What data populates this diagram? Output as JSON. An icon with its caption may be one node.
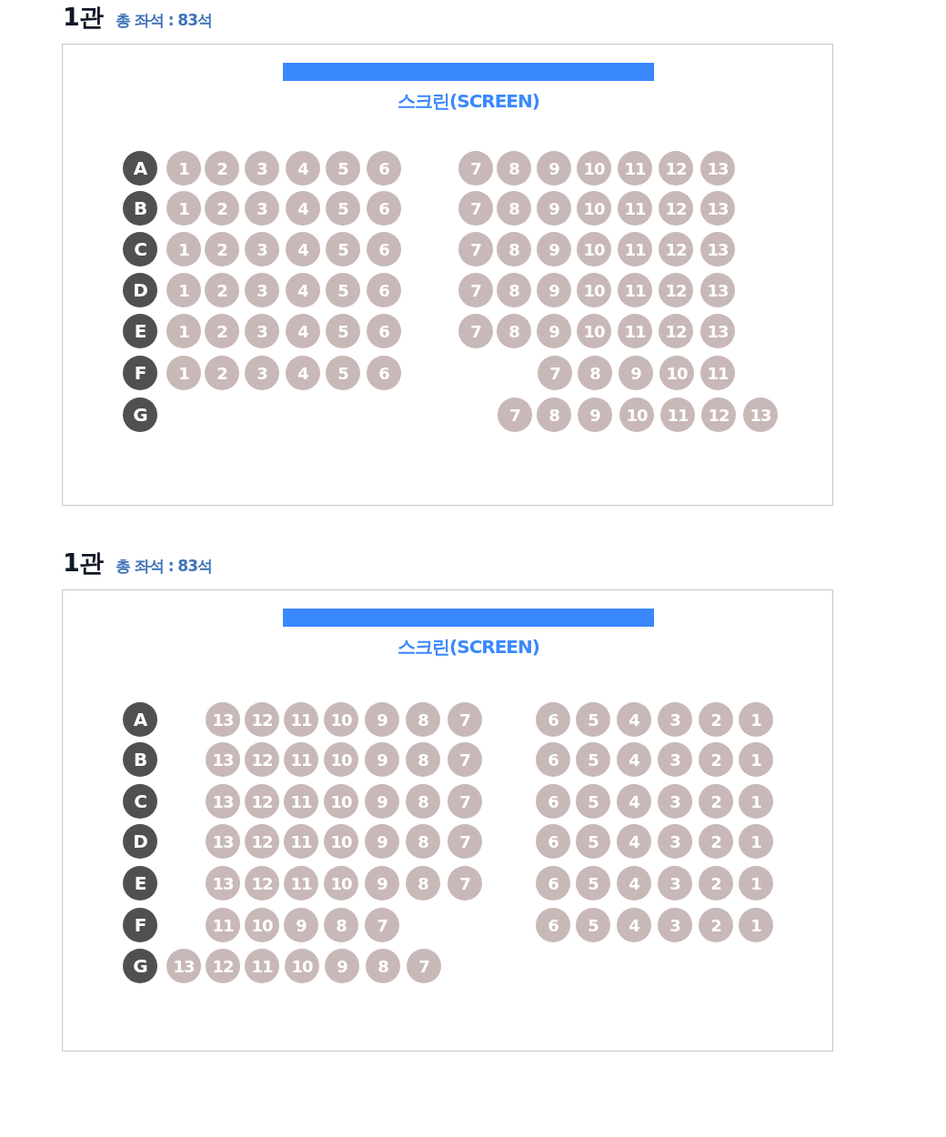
{
  "diagram": {
    "nodes": [
      {
        "text": [
          "1관",
          "총 좌석 : 83석"
        ]
      },
      {
        "text": [
          "스크린(SCREEN)"
        ],
        "in": 0
      },
      {
        "text": [
          "A"
        ],
        "in": 0
      },
      {
        "text": [
          "1"
        ],
        "in": 0
      },
      {
        "text": [
          "2"
        ],
        "in": 0
      },
      {
        "text": [
          "3"
        ],
        "in": 0
      },
      {
        "text": [
          "4"
        ],
        "in": 0
      },
      {
        "text": [
          "5"
        ],
        "in": 0
      },
      {
        "text": [
          "6"
        ],
        "in": 0
      },
      {
        "text": [
          "7"
        ],
        "in": 0
      },
      {
        "text": [
          "8"
        ],
        "in": 0
      },
      {
        "text": [
          "9"
        ],
        "in": 0
      },
      {
        "text": [
          "10"
        ],
        "in": 0
      },
      {
        "text": [
          "11"
        ],
        "in": 0
      },
      {
        "text": [
          "12"
        ],
        "in": 0
      },
      {
        "text": [
          "13"
        ],
        "in": 0
      },
      {
        "text": [
          "B"
        ],
        "in": 0
      },
      {
        "text": [
          "1"
        ],
        "in": 0
      },
      {
        "text": [
          "2"
        ],
        "in": 0
      },
      {
        "text": [
          "3"
        ],
        "in": 0
      },
      {
        "text": [
          "4"
        ],
        "in": 0
      },
      {
        "text": [
          "5"
        ],
        "in": 0
      },
      {
        "text": [
          "6"
        ],
        "in": 0
      },
      {
        "text": [
          "7"
        ],
        "in": 0
      },
      {
        "text": [
          "8"
        ],
        "in": 0
      },
      {
        "text": [
          "9"
        ],
        "in": 0
      },
      {
        "text": [
          "10"
        ],
        "in": 0
      },
      {
        "text": [
          "11"
        ],
        "in": 0
      },
      {
        "text": [
          "12"
        ],
        "in": 0
      },
      {
        "text": [
          "13"
        ],
        "in": 0
      },
      {
        "text": [
          "C"
        ],
        "in": 0
      },
      {
        "text": [
          "1"
        ],
        "in": 0
      },
      {
        "text": [
          "2"
        ],
        "in": 0
      },
      {
        "text": [
          "3"
        ],
        "in": 0
      },
      {
        "text": [
          "4"
        ],
        "in": 0
      },
      {
        "text": [
          "5"
        ],
        "in": 0
      },
      {
        "text": [
          "6"
        ],
        "in": 0
      },
      {
        "text": [
          "7"
        ],
        "in": 0
      },
      {
        "text": [
          "8"
        ],
        "in": 0
      },
      {
        "text": [
          "9"
        ],
        "in": 0
      },
      {
        "text": [
          "10"
        ],
        "in": 0
      },
      {
        "text": [
          "11"
        ],
        "in": 0
      },
      {
        "text": [
          "12"
        ],
        "in": 0
      },
      {
        "text": [
          "13"
        ],
        "in": 0
      },
      {
        "text": [
          "D"
        ],
        "in": 0
      },
      {
        "text": [
          "1"
        ],
        "in": 0
      },
      {
        "text": [
          "2"
        ],
        "in": 0
      },
      {
        "text": [
          "3"
        ],
        "in": 0
      },
      {
        "text": [
          "4"
        ],
        "in": 0
      },
      {
        "text": [
          "5"
        ],
        "in": 0
      },
      {
        "text": [
          "6"
        ],
        "in": 0
      },
      {
        "text": [
          "7"
        ],
        "in": 0
      },
      {
        "text": [
          "8"
        ],
        "in": 0
      },
      {
        "text": [
          "9"
        ],
        "in": 0
      },
      {
        "text": [
          "10"
        ],
        "in": 0
      },
      {
        "text": [
          "11"
        ],
        "in": 0
      },
      {
        "text": [
          "12"
        ],
        "in": 0
      },
      {
        "text": [
          "13"
        ],
        "in": 0
      },
      {
        "text": [
          "E"
        ],
        "in": 0
      },
      {
        "text": [
          "1"
        ],
        "in": 0
      },
      {
        "text": [
          "2"
        ],
        "in": 0
      },
      {
        "text": [
          "3"
        ],
        "in": 0
      },
      {
        "text": [
          "4"
        ],
        "in": 0
      },
      {
        "text": [
          "5"
        ],
        "in": 0
      },
      {
        "text": [
          "6"
        ],
        "in": 0
      },
      {
        "text": [
          "7"
        ],
        "in": 0
      },
      {
        "text": [
          "8"
        ],
        "in": 0
      },
      {
        "text": [
          "9"
        ],
        "in": 0
      },
      {
        "text": [
          "10"
        ],
        "in": 0
      },
      {
        "text": [
          "11"
        ],
        "in": 0
      },
      {
        "text": [
          "12"
        ],
        "in": 0
      },
      {
        "text": [
          "13"
        ],
        "in": 0
      },
      {
        "text": [
          "F"
        ],
        "in": 0
      },
      {
        "text": [
          "1"
        ],
        "in": 0
      },
      {
        "text": [
          "2"
        ],
        "in": 0
      },
      {
        "text": [
          "3"
        ],
        "in": 0
      },
      {
        "text": [
          "4"
        ],
        "in": 0
      },
      {
        "text": [
          "5"
        ],
        "in": 0
      },
      {
        "text": [
          "6"
        ],
        "in": 0
      },
      {
        "text": [
          "7"
        ],
        "in": 0
      },
      {
        "text": [
          "8"
        ],
        "in": 0
      },
      {
        "text": [
          "9"
        ],
        "in": 0
      },
      {
        "text": [
          "10"
        ],
        "in": 0
      },
      {
        "text": [
          "11"
        ],
        "in": 0
      },
      {
        "text": [
          "G"
        ],
        "in": 0
      },
      {
        "text": [
          "7"
        ],
        "in": 0
      },
      {
        "text": [
          "8"
        ],
        "in": 0
      },
      {
        "text": [
          "9"
        ],
        "in": 0
      },
      {
        "text": [
          "10"
        ],
        "in": 0
      },
      {
        "text": [
          "11"
        ],
        "in": 0
      },
      {
        "text": [
          "12"
        ],
        "in": 0
      },
      {
        "text": [
          "13"
        ],
        "in": 0
      },
      {
        "text": [
          "1관",
          "총 좌석 : 83석"
        ]
      },
      {
        "text": [
          "스크린(SCREEN)"
        ],
        "in": 92
      },
      {
        "text": [
          "A"
        ],
        "in": 92
      },
      {
        "text": [
          "13"
        ],
        "in": 92
      },
      {
        "text": [
          "12"
        ],
        "in": 92
      },
      {
        "text": [
          "11"
        ],
        "in": 92
      },
      {
        "text": [
          "10"
        ],
        "in": 92
      },
      {
        "text": [
          "9"
        ],
        "in": 92
      },
      {
        "text": [
          "8"
        ],
        "in": 92
      },
      {
        "text": [
          "7"
        ],
        "in": 92
      },
      {
        "text": [
          "6"
        ],
        "in": 92
      },
      {
        "text": [
          "5"
        ],
        "in": 92
      },
      {
        "text": [
          "4"
        ],
        "in": 92
      },
      {
        "text": [
          "3"
        ],
        "in": 92
      },
      {
        "text": [
          "2"
        ],
        "in": 92
      },
      {
        "text": [
          "1"
        ],
        "in": 92
      },
      {
        "text": [
          "B"
        ],
        "in": 92
      },
      {
        "text": [
          "13"
        ],
        "in": 92
      },
      {
        "text": [
          "12"
        ],
        "in": 92
      },
      {
        "text": [
          "11"
        ],
        "in": 92
      },
      {
        "text": [
          "10"
        ],
        "in": 92
      },
      {
        "text": [
          "9"
        ],
        "in": 92
      },
      {
        "text": [
          "8"
        ],
        "in": 92
      },
      {
        "text": [
          "7"
        ],
        "in": 92
      },
      {
        "text": [
          "6"
        ],
        "in": 92
      },
      {
        "text": [
          "5"
        ],
        "in": 92
      },
      {
        "text": [
          "4"
        ],
        "in": 92
      },
      {
        "text": [
          "3"
        ],
        "in": 92
      },
      {
        "text": [
          "2"
        ],
        "in": 92
      },
      {
        "text": [
          "1"
        ],
        "in": 92
      },
      {
        "text": [
          "C"
        ],
        "in": 92
      },
      {
        "text": [
          "13"
        ],
        "in": 92
      },
      {
        "text": [
          "12"
        ],
        "in": 92
      },
      {
        "text": [
          "11"
        ],
        "in": 92
      },
      {
        "text": [
          "10"
        ],
        "in": 92
      },
      {
        "text": [
          "9"
        ],
        "in": 92
      },
      {
        "text": [
          "8"
        ],
        "in": 92
      },
      {
        "text": [
          "7"
        ],
        "in": 92
      },
      {
        "text": [
          "6"
        ],
        "in": 92
      },
      {
        "text": [
          "5"
        ],
        "in": 92
      },
      {
        "text": [
          "4"
        ],
        "in": 92
      },
      {
        "text": [
          "3"
        ],
        "in": 92
      },
      {
        "text": [
          "2"
        ],
        "in": 92
      },
      {
        "text": [
          "1"
        ],
        "in": 92
      },
      {
        "text": [
          "D"
        ],
        "in": 92
      },
      {
        "text": [
          "13"
        ],
        "in": 92
      },
      {
        "text": [
          "12"
        ],
        "in": 92
      },
      {
        "text": [
          "11"
        ],
        "in": 92
      },
      {
        "text": [
          "10"
        ],
        "in": 92
      },
      {
        "text": [
          "9"
        ],
        "in": 92
      },
      {
        "text": [
          "8"
        ],
        "in": 92
      },
      {
        "text": [
          "7"
        ],
        "in": 92
      },
      {
        "text": [
          "6"
        ],
        "in": 92
      },
      {
        "text": [
          "5"
        ],
        "in": 92
      },
      {
        "text": [
          "4"
        ],
        "in": 92
      },
      {
        "text": [
          "3"
        ],
        "in": 92
      },
      {
        "text": [
          "2"
        ],
        "in": 92
      },
      {
        "text": [
          "1"
        ],
        "in": 92
      },
      {
        "text": [
          "E"
        ],
        "in": 92
      },
      {
        "text": [
          "13"
        ],
        "in": 92
      },
      {
        "text": [
          "12"
        ],
        "in": 92
      },
      {
        "text": [
          "11"
        ],
        "in": 92
      },
      {
        "text": [
          "10"
        ],
        "in": 92
      },
      {
        "text": [
          "9"
        ],
        "in": 92
      },
      {
        "text": [
          "8"
        ],
        "in": 92
      },
      {
        "text": [
          "7"
        ],
        "in": 92
      },
      {
        "text": [
          "6"
        ],
        "in": 92
      },
      {
        "text": [
          "5"
        ],
        "in": 92
      },
      {
        "text": [
          "4"
        ],
        "in": 92
      },
      {
        "text": [
          "3"
        ],
        "in": 92
      },
      {
        "text": [
          "2"
        ],
        "in": 92
      },
      {
        "text": [
          "1"
        ],
        "in": 92
      },
      {
        "text": [
          "F"
        ],
        "in": 92
      },
      {
        "text": [
          "11"
        ],
        "in": 92
      },
      {
        "text": [
          "10"
        ],
        "in": 92
      },
      {
        "text": [
          "9"
        ],
        "in": 92
      },
      {
        "text": [
          "8"
        ],
        "in": 92
      },
      {
        "text": [
          "7"
        ],
        "in": 92
      },
      {
        "text": [
          "6"
        ],
        "in": 92
      },
      {
        "text": [
          "5"
        ],
        "in": 92
      },
      {
        "text": [
          "4"
        ],
        "in": 92
      },
      {
        "text": [
          "3"
        ],
        "in": 92
      },
      {
        "text": [
          "2"
        ],
        "in": 92
      },
      {
        "text": [
          "1"
        ],
        "in": 92
      },
      {
        "text": [
          "G"
        ],
        "in": 92
      },
      {
        "text": [
          "13"
        ],
        "in": 92
      },
      {
        "text": [
          "12"
        ],
        "in": 92
      },
      {
        "text": [
          "11"
        ],
        "in": 92
      },
      {
        "text": [
          "10"
        ],
        "in": 92
      },
      {
        "text": [
          "9"
        ],
        "in": 92
      },
      {
        "text": [
          "8"
        ],
        "in": 92
      },
      {
        "text": [
          "7"
        ],
        "in": 92
      }
    ]
  }
}
